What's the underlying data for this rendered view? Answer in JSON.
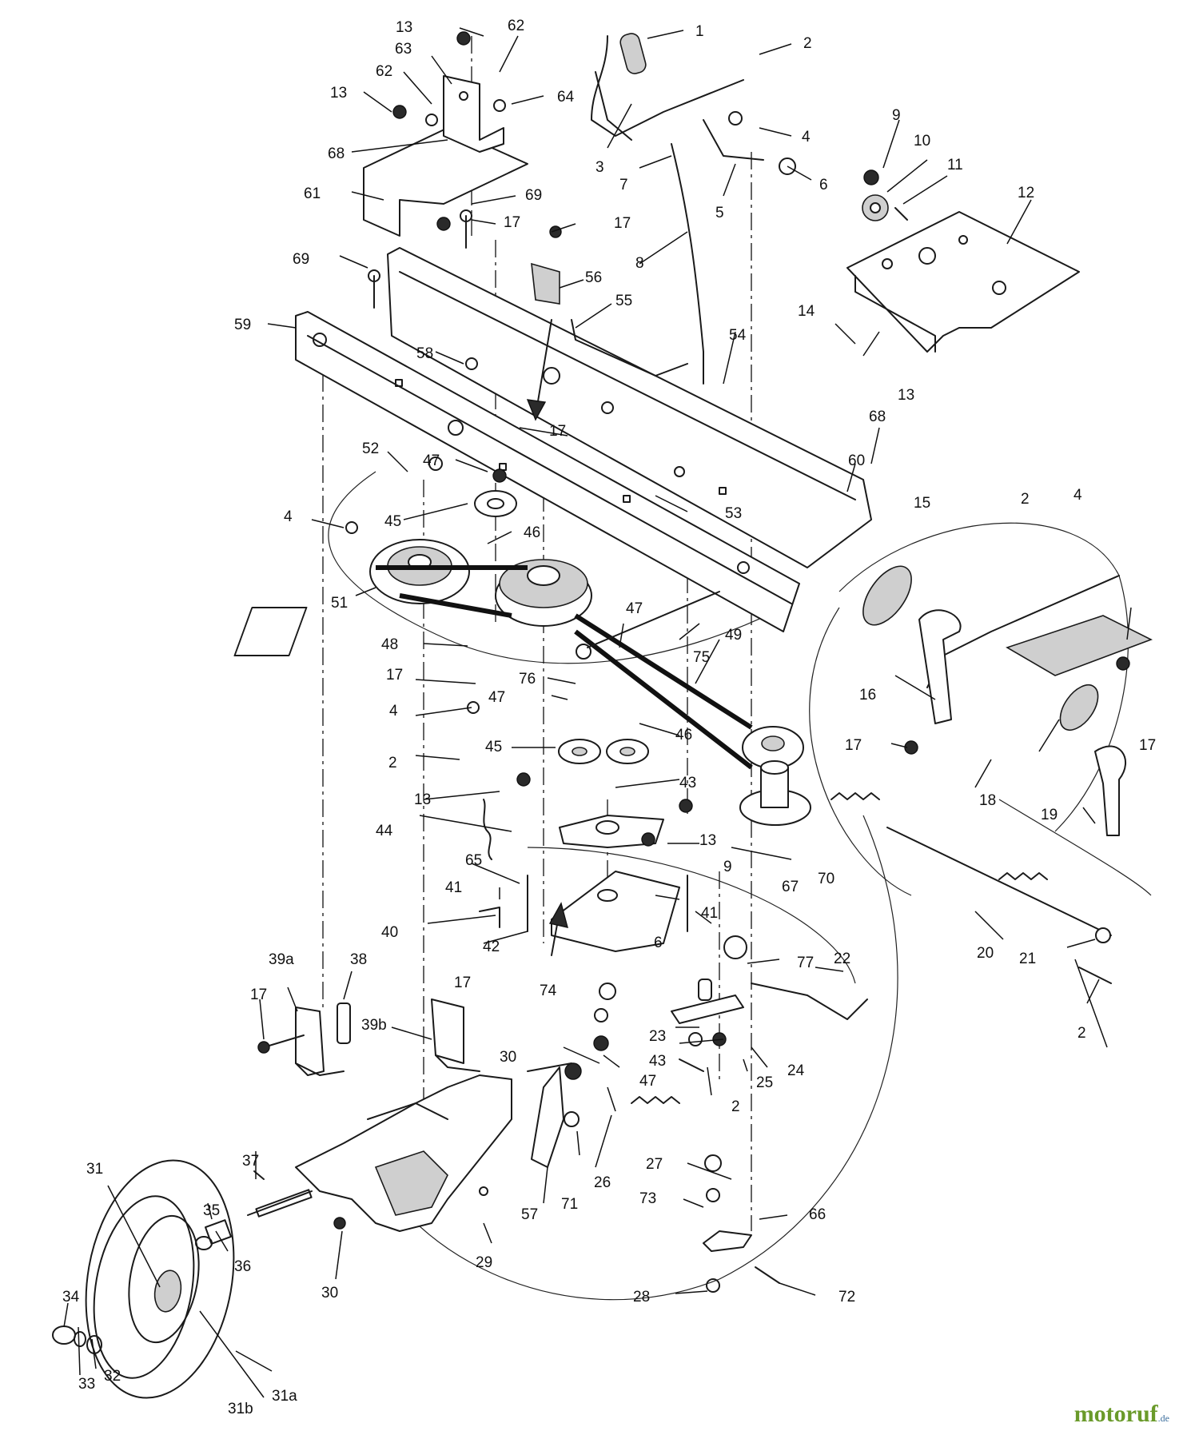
{
  "diagram": {
    "callouts": [
      "1",
      "2",
      "3",
      "4",
      "5",
      "6",
      "7",
      "8",
      "9",
      "10",
      "11",
      "12",
      "13",
      "14",
      "15",
      "16",
      "17",
      "18",
      "19",
      "20",
      "21",
      "22",
      "23",
      "24",
      "25",
      "26",
      "27",
      "28",
      "29",
      "30",
      "31",
      "31a",
      "31b",
      "32",
      "33",
      "34",
      "35",
      "36",
      "37",
      "38",
      "39a",
      "39b",
      "40",
      "41",
      "42",
      "43",
      "44",
      "45",
      "46",
      "47",
      "48",
      "49",
      "51",
      "52",
      "53",
      "54",
      "55",
      "56",
      "57",
      "58",
      "59",
      "60",
      "61",
      "62",
      "63",
      "64",
      "65",
      "66",
      "67",
      "68",
      "69",
      "70",
      "71",
      "72",
      "73",
      "74",
      "75",
      "76",
      "77"
    ]
  },
  "watermark": {
    "brand": "motoruf",
    "tld": ".de"
  }
}
